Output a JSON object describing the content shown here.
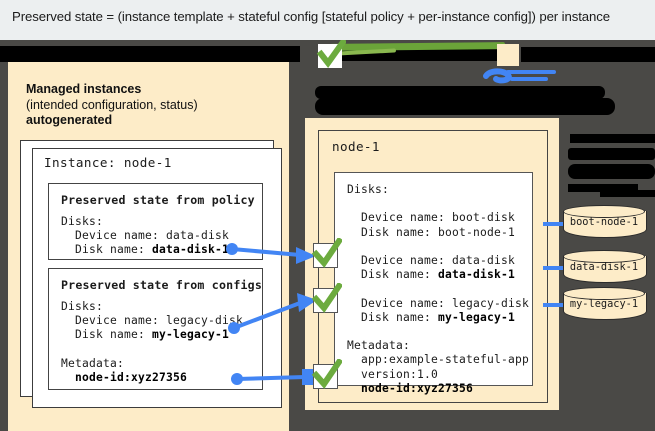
{
  "header": {
    "text": "Preserved state = (instance template + stateful config [stateful policy + per-instance config]) per instance"
  },
  "left_panel": {
    "title_line1": "Managed instances",
    "title_line2": "(intended configuration, status)",
    "title_line3": "autogenerated",
    "instance_label": "Instance: node-1",
    "policy_box": {
      "title": "Preserved state from policy",
      "lines": "Disks:\n  Device name: data-disk\n  Disk name: data-disk-1"
    },
    "configs_box": {
      "title": "Preserved state from configs",
      "lines": "Disks:\n  Device name: legacy-disk\n  Disk name: my-legacy-1\n\nMetadata:\n  node-id:xyz27356"
    }
  },
  "right_panel": {
    "node_label": "node-1",
    "body": "Disks:\n\n  Device name: boot-disk\n  Disk name: boot-node-1\n\n  Device name: data-disk\n  Disk name: data-disk-1\n\n  Device name: legacy-disk\n  Disk name: my-legacy-1\n\nMetadata:\n  app:example-stateful-app\n  version:1.0\n  node-id:xyz27356"
  },
  "disks": [
    {
      "label": "boot-node-1"
    },
    {
      "label": "data-disk-1"
    },
    {
      "label": "my-legacy-1"
    }
  ],
  "colors": {
    "panel_cream": "#fdecc8",
    "background_dark": "#4a4946",
    "header_band": "#eceff0",
    "connector_blue": "#4285f4",
    "check_green": "#6fa githubusercontent",
    "check_green_hex": "#6cab3e",
    "highlight_green": "#6ba439"
  }
}
